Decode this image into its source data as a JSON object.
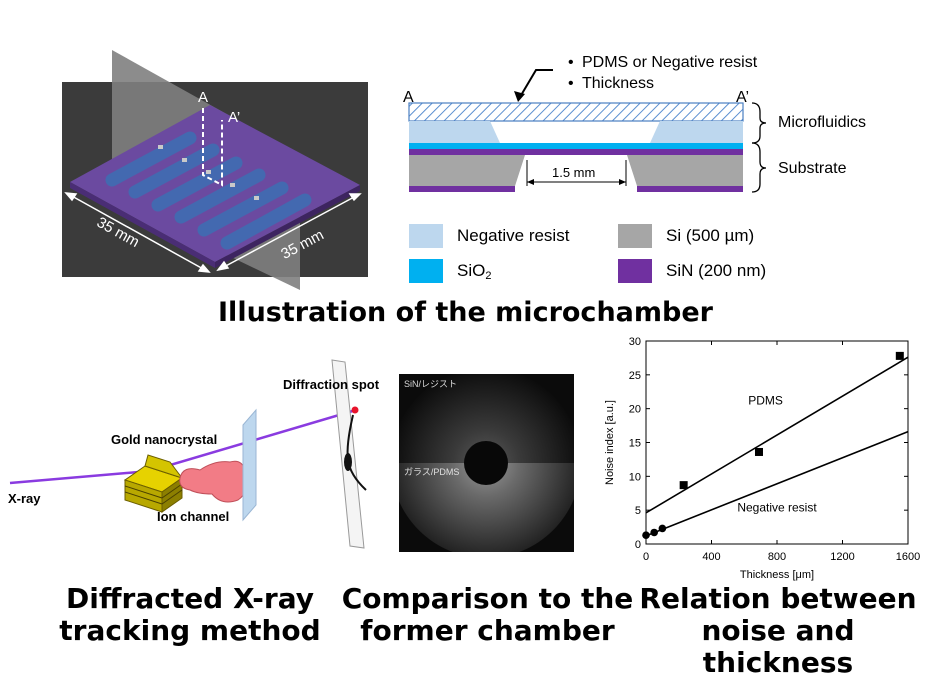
{
  "top_left": {
    "section_a": "A",
    "section_a_prime": "A’",
    "dim_left": "35 mm",
    "dim_right": "35 mm"
  },
  "cross_section": {
    "label_a": "A",
    "label_a_prime": "A’",
    "bullets": [
      "PDMS or Negative resist",
      "Thickness"
    ],
    "microfluidics": "Microfluidics",
    "substrate": "Substrate",
    "gap": "1.5 mm"
  },
  "legend": [
    {
      "label": "Negative resist",
      "color": "#bdd7ee"
    },
    {
      "label": "Si (500 µm)",
      "color": "#a6a6a6"
    },
    {
      "label": "SiO2",
      "color": "#00b0f0"
    },
    {
      "label": "SiN (200 nm)",
      "color": "#7030a0"
    }
  ],
  "main_title": "Illustration of the microchamber",
  "tracking": {
    "xray": "X-ray",
    "gold": "Gold nanocrystal",
    "ion_channel": "Ion channel",
    "diffraction_spot": "Diffraction spot"
  },
  "comparison": {
    "top_label": "SiN/レジスト",
    "bottom_label": "ガラス/PDMS"
  },
  "captions": {
    "tracking": [
      "Diffracted X-ray",
      "tracking method"
    ],
    "comparison": [
      "Comparison to the",
      "former chamber"
    ],
    "relation": [
      "Relation between",
      "noise and thickness"
    ]
  },
  "chart_data": {
    "type": "scatter",
    "xlabel": "Thickness [μm]",
    "ylabel": "Noise index [a.u.]",
    "xlim": [
      0,
      1600
    ],
    "ylim": [
      0,
      30
    ],
    "xticks": [
      "0",
      "400",
      "800",
      "1200",
      "1600"
    ],
    "yticks": [
      "0",
      "5",
      "10",
      "15",
      "20",
      "25",
      "30"
    ],
    "series": [
      {
        "name": "PDMS",
        "marker": "square",
        "points": [
          [
            230,
            8.7
          ],
          [
            690,
            13.6
          ],
          [
            1550,
            27.8
          ]
        ],
        "fit": [
          [
            0,
            4.6
          ],
          [
            1600,
            27.6
          ]
        ]
      },
      {
        "name": "Negative resist",
        "marker": "circle",
        "points": [
          [
            0,
            1.3
          ],
          [
            50,
            1.7
          ],
          [
            100,
            2.3
          ]
        ],
        "fit": [
          [
            0,
            1.2
          ],
          [
            1600,
            16.6
          ]
        ]
      }
    ]
  }
}
